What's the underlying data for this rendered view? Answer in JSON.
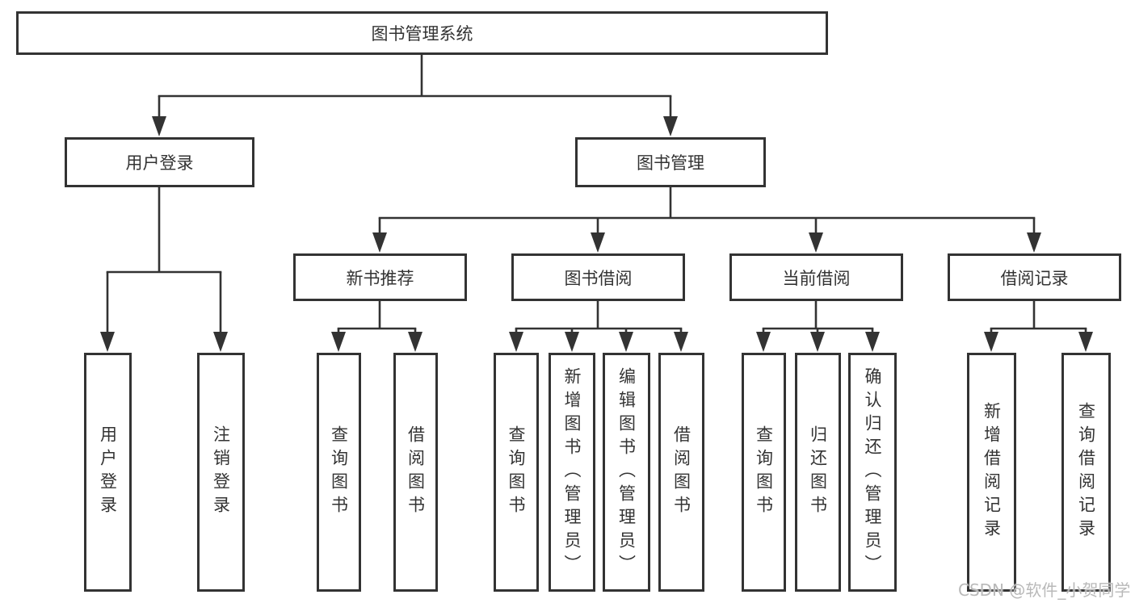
{
  "tree": {
    "label": "图书管理系统",
    "children": [
      {
        "label": "用户登录",
        "children": [
          {
            "label": "用户登录"
          },
          {
            "label": "注销登录"
          }
        ]
      },
      {
        "label": "图书管理",
        "children": [
          {
            "label": "新书推荐",
            "children": [
              {
                "label": "查询图书"
              },
              {
                "label": "借阅图书"
              }
            ]
          },
          {
            "label": "图书借阅",
            "children": [
              {
                "label": "查询图书"
              },
              {
                "label": "新增图书（管理员）"
              },
              {
                "label": "编辑图书（管理员）"
              },
              {
                "label": "借阅图书"
              }
            ]
          },
          {
            "label": "当前借阅",
            "children": [
              {
                "label": "查询图书"
              },
              {
                "label": "归还图书"
              },
              {
                "label": "确认归还（管理员）"
              }
            ]
          },
          {
            "label": "借阅记录",
            "children": [
              {
                "label": "新增借阅记录"
              },
              {
                "label": "查询借阅记录"
              }
            ]
          }
        ]
      }
    ]
  },
  "watermark": {
    "text": "CSDN @软件_小贺同学"
  },
  "colors": {
    "line": "#333333",
    "box_border": "#333333",
    "text": "#333333",
    "background": "#ffffff",
    "watermark": "#b9b9b9"
  }
}
